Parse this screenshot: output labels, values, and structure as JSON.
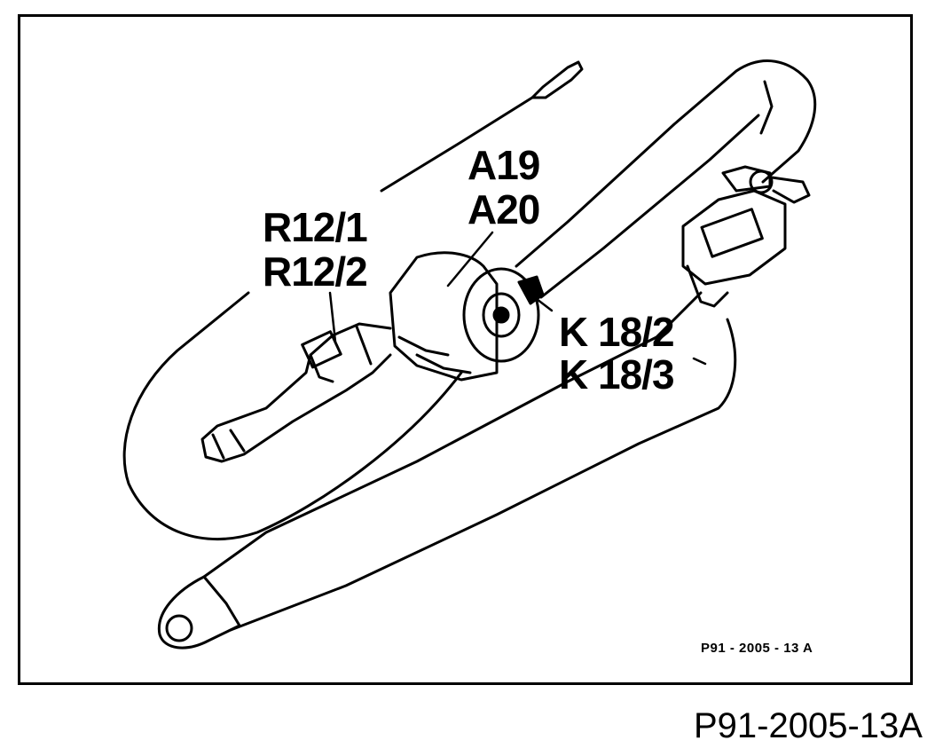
{
  "figure": {
    "labels": {
      "a19": "A19",
      "a20": "A20",
      "r12_1": "R12/1",
      "r12_2": "R12/2",
      "k18_2": "K 18/2",
      "k18_3": "K 18/3"
    },
    "inner_code": "P91 - 2005 - 13 A",
    "outer_code": "P91-2005-13A"
  },
  "colors": {
    "line": "#000000",
    "background": "#ffffff"
  }
}
